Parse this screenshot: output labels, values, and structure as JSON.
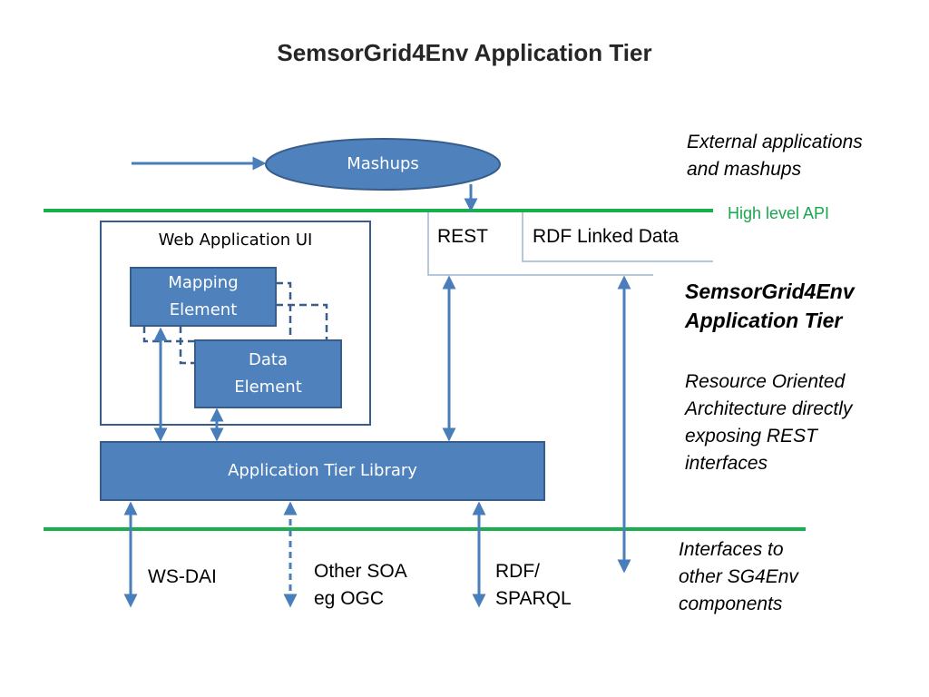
{
  "title": "SemsorGrid4Env Application Tier",
  "colors": {
    "box_fill": "#4f81bd",
    "box_border": "#385d8a",
    "arrow": "#4a7ebb",
    "api_line": "#18b04c",
    "api_text": "#1aa550"
  },
  "nodes": {
    "mashups": "Mashups",
    "web_app_ui": "Web Application UI",
    "mapping_element": "Mapping\nElement",
    "data_element": "Data\nElement",
    "app_tier_library": "Application Tier Library",
    "rest": "REST",
    "rdf_linked_data": "RDF Linked Data"
  },
  "labels": {
    "high_level_api": "High level API",
    "external_apps": "External applications\nand mashups",
    "tier_heading": "SemsorGrid4Env\nApplication Tier",
    "roa_description": "Resource Oriented\nArchitecture directly\nexposing REST\ninterfaces",
    "interfaces_note": "Interfaces to\nother SG4Env\ncomponents",
    "ws_dai": "WS-DAI",
    "other_soa": "Other SOA\neg OGC",
    "rdf_sparql": "RDF/\nSPARQL"
  }
}
